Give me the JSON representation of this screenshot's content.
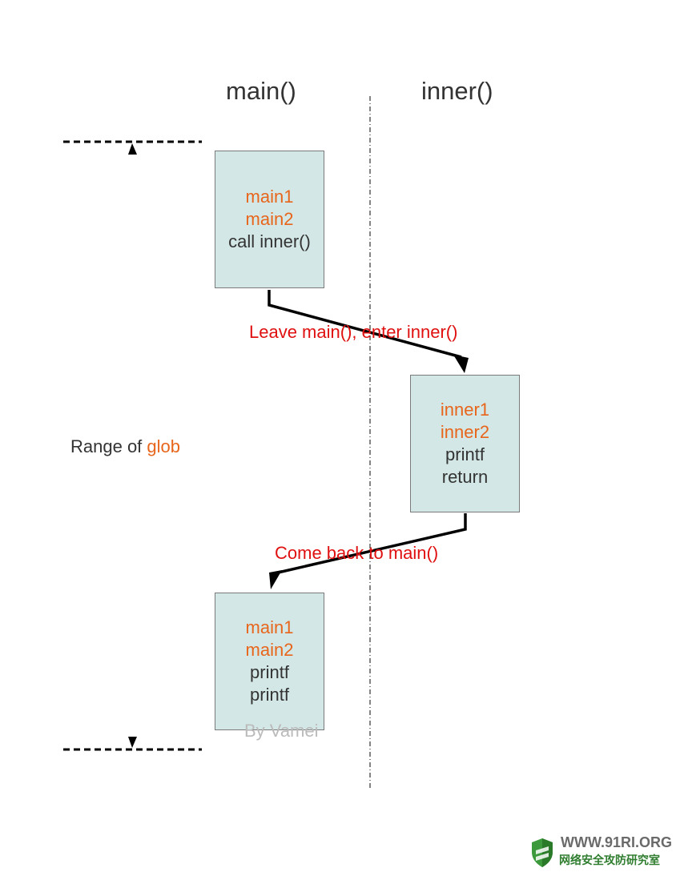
{
  "headings": {
    "main": "main()",
    "inner": "inner()"
  },
  "box_main_first": {
    "lines": [
      "main1",
      "main2",
      "call inner()"
    ]
  },
  "box_inner": {
    "lines": [
      "inner1",
      "inner2",
      "printf",
      "return"
    ]
  },
  "box_main_second": {
    "lines": [
      "main1",
      "main2",
      "printf",
      "printf"
    ]
  },
  "arrows": {
    "leave_label": "Leave main(), enter inner()",
    "back_label": "Come back to main()"
  },
  "range": {
    "prefix": "Range of ",
    "variable": "glob"
  },
  "watermark": "By Vamei",
  "logo": {
    "line1": "WWW.91RI.ORG",
    "line2": "网络安全攻防研究室"
  },
  "colors": {
    "box_fill": "#d3e8e6",
    "orange_text": "#e8651c",
    "red_label": "#e01010",
    "dark_text": "#333333"
  }
}
